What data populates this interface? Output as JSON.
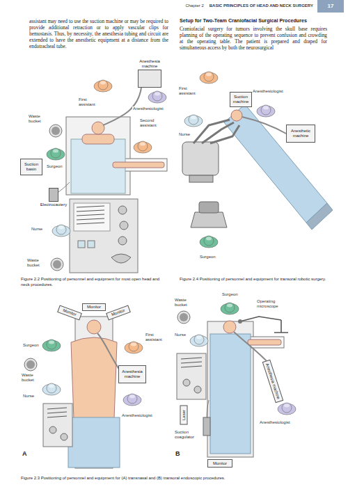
{
  "diagram": {
    "title": "BASIC PRINCIPLES OF HEAD AND NECK SURGERY",
    "nodes": [
      {
        "text": [
          "Anesthesia machine"
        ]
      },
      {
        "text": [
          "Suction basin"
        ]
      },
      {
        "text": [
          "Electrocautery"
        ]
      },
      {
        "text": [
          "Suction machine"
        ]
      },
      {
        "text": [
          "Anesthetic machine"
        ]
      },
      {
        "text": [
          "Monitor"
        ]
      },
      {
        "text": [
          "Monitor"
        ]
      },
      {
        "text": [
          "Monitor"
        ]
      },
      {
        "text": [
          "Anesthesia machine"
        ]
      },
      {
        "text": [
          "Anesthesia machine"
        ]
      },
      {
        "text": [
          "Laser"
        ]
      },
      {
        "text": [
          "Monitor"
        ]
      }
    ],
    "labels": [
      "Chapter 2",
      "17",
      "assistant may need to use the suction machine or may be required to provide additional retraction or to apply vascular clips for hemostasis. Thus, by necessity, the anesthesia tubing and circuit are extended to have the anesthetic equipment at a distance from the endotracheal tube.",
      "Setup for Two-Team Craniofacial Surgical Procedures",
      "Craniofacial surgery for tumors involving the skull base requires planning of the operating sequence to prevent confusion and crowding at the operating table. The patient is prepared and draped for simultaneous access by both the neurosurgical",
      "First assistant",
      "Anesthesiologist",
      "Waste bucket",
      "Second assistant",
      "Surgeon",
      "Nurse",
      "Waste bucket",
      "Figure 2.2 Positioning of personnel and equipment for most open head and neck procedures.",
      "First assistant",
      "Anesthesiologist",
      "Nurse",
      "Surgeon",
      "Figure 2.4 Positioning of personnel and equipment for transoral robotic surgery.",
      "Surgeon",
      "First assistant",
      "Waste bucket",
      "Nurse",
      "Anesthesiologist",
      "A",
      "Surgeon",
      "Waste bucket",
      "Operating microscope",
      "Nurse",
      "Anesthesiologist",
      "Suction coagulator",
      "B",
      "Figure 2.3 Positioning of personnel and equipment for (A) transnasal and (B) transoral endoscopic procedures."
    ]
  }
}
